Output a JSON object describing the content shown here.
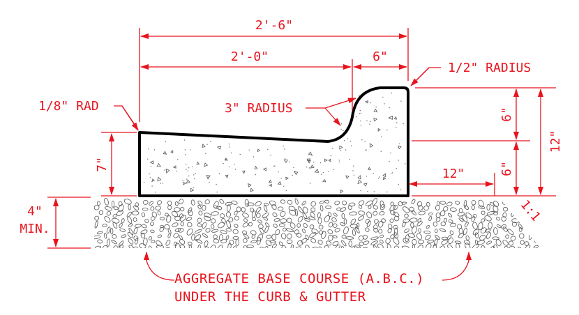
{
  "colors": {
    "dimension": "#e8141e",
    "outline": "#000000",
    "texture": "#555555",
    "background": "#ffffff"
  },
  "dimensions": {
    "overall_width": "2'-6\"",
    "gutter_width": "2'-0\"",
    "curb_top_width": "6\"",
    "top_radius": "1/2\" RADIUS",
    "edge_radius": "1/8\" RAD",
    "flow_radius": "3\" RADIUS",
    "gutter_depth": "7\"",
    "curb_upper_height": "6\"",
    "curb_lower_height": "6\"",
    "total_height": "12\"",
    "base_extension": "12\"",
    "slope": "1:1",
    "base_depth_value": "4\"",
    "base_depth_qualifier": "MIN."
  },
  "notes": {
    "aggregate_line1": "AGGREGATE BASE COURSE (A.B.C.)",
    "aggregate_line2": "UNDER THE CURB & GUTTER"
  }
}
